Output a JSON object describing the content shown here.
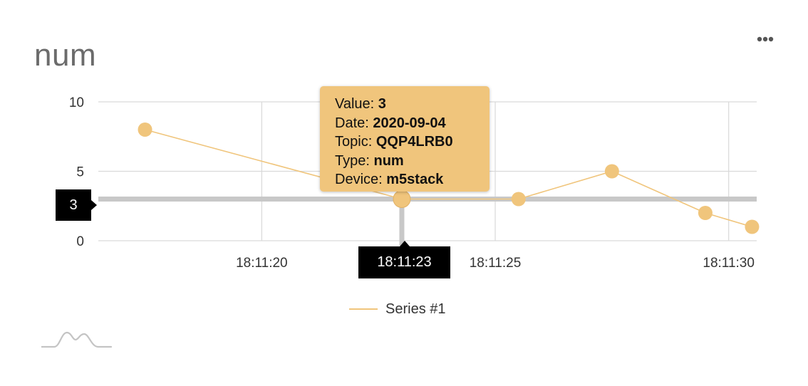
{
  "widget": {
    "title": "num",
    "more_icon": "more-horizontal-icon",
    "logo_icon": "wave-logo-icon"
  },
  "colors": {
    "series": "#f0c57c",
    "grid": "#d9d9d9",
    "crosshair": "#c8c8c8",
    "badge_bg": "#000000"
  },
  "chart_data": {
    "type": "line",
    "title": "",
    "xlabel": "",
    "ylabel": "",
    "grid": true,
    "legend_position": "bottom",
    "ylim": [
      0,
      10
    ],
    "yticks": [
      0,
      5,
      10
    ],
    "xlim": [
      "18:11:16.5",
      "18:11:30.6"
    ],
    "xticks": [
      "18:11:20",
      "18:11:25",
      "18:11:30"
    ],
    "series": [
      {
        "name": "Series #1",
        "x": [
          "18:11:17.5",
          "18:11:23",
          "18:11:25.5",
          "18:11:27.5",
          "18:11:29.5",
          "18:11:30.5"
        ],
        "y": [
          8,
          3,
          3,
          5,
          2,
          1
        ]
      }
    ],
    "crosshair": {
      "x": "18:11:23",
      "y": 3,
      "x_label": "18:11:23",
      "y_label": "3"
    },
    "tooltip": {
      "rows": [
        {
          "label": "Value: ",
          "value": "3"
        },
        {
          "label": "Date: ",
          "value": "2020-09-04"
        },
        {
          "label": "Topic: ",
          "value": "QQP4LRB0"
        },
        {
          "label": "Type: ",
          "value": "num"
        },
        {
          "label": "Device: ",
          "value": "m5stack"
        }
      ]
    }
  }
}
